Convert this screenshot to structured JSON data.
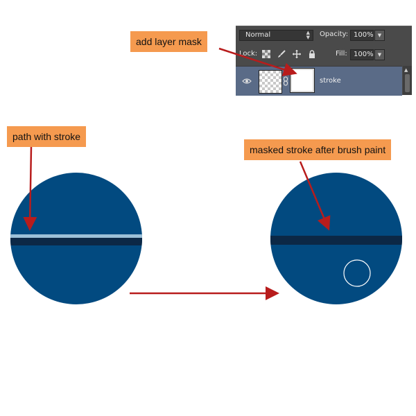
{
  "layers_panel": {
    "blend_mode": "Normal",
    "opacity_label": "Opacity:",
    "opacity_value": "100%",
    "lock_label": "Lock:",
    "fill_label": "Fill:",
    "fill_value": "100%",
    "layer": {
      "name": "stroke",
      "visible": true,
      "icons": [
        "eye-icon",
        "transparent-thumbnail",
        "chain-link-icon",
        "layer-mask-thumbnail"
      ]
    },
    "lock_icons": [
      "lock-transparent-icon",
      "lock-brush-icon",
      "lock-move-icon",
      "lock-all-icon"
    ]
  },
  "callouts": {
    "add_mask": "add layer mask",
    "path_stroke": "path with stroke",
    "masked_stroke": "masked stroke after brush paint"
  },
  "colors": {
    "circle_blue": "#024a80",
    "stroke_dark": "#0c2846",
    "stroke_highlight": "#9cc0d8",
    "callout_orange": "#f59a4f",
    "arrow_red": "#b81c1c",
    "panel_bg": "#4a4a4a",
    "selected_layer_bg": "#5a6b87"
  }
}
